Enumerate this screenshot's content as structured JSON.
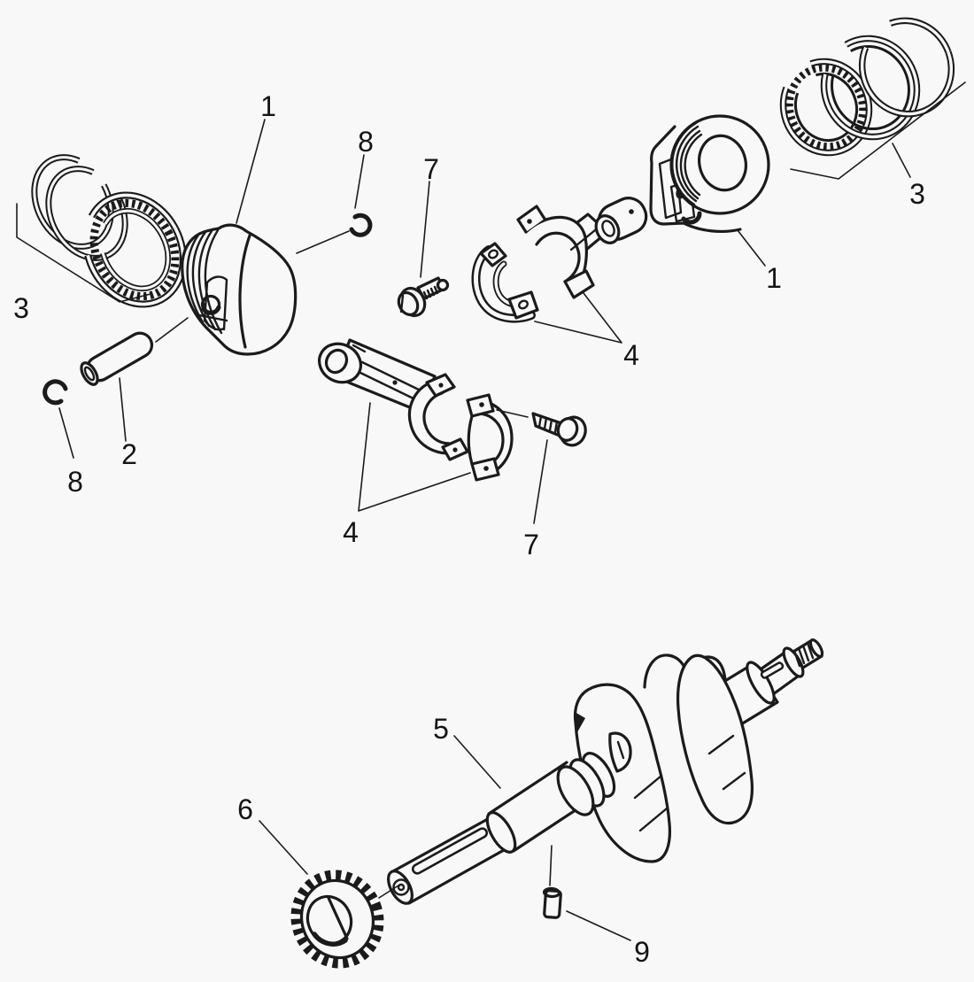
{
  "diagram": {
    "kind": "exploded-parts-diagram",
    "subject": "engine piston, connecting rod and crankshaft assembly",
    "colors": {
      "background": "#f8f8f8",
      "line": "#1b1b1b"
    }
  },
  "callouts": [
    {
      "label": "1",
      "part": "piston-left"
    },
    {
      "label": "8",
      "part": "piston-pin-clip-upper"
    },
    {
      "label": "7",
      "part": "connecting-rod-bolt-upper"
    },
    {
      "label": "3",
      "part": "piston-ring-set-left"
    },
    {
      "label": "2",
      "part": "piston-pin"
    },
    {
      "label": "8",
      "part": "piston-pin-clip-lower"
    },
    {
      "label": "4",
      "part": "connecting-rod-upper"
    },
    {
      "label": "4",
      "part": "connecting-rod-lower"
    },
    {
      "label": "7",
      "part": "connecting-rod-bolt-lower"
    },
    {
      "label": "3",
      "part": "piston-ring-set-right"
    },
    {
      "label": "1",
      "part": "piston-right"
    },
    {
      "label": "5",
      "part": "crankshaft"
    },
    {
      "label": "6",
      "part": "timing-gear"
    },
    {
      "label": "9",
      "part": "dowel-pin"
    }
  ]
}
